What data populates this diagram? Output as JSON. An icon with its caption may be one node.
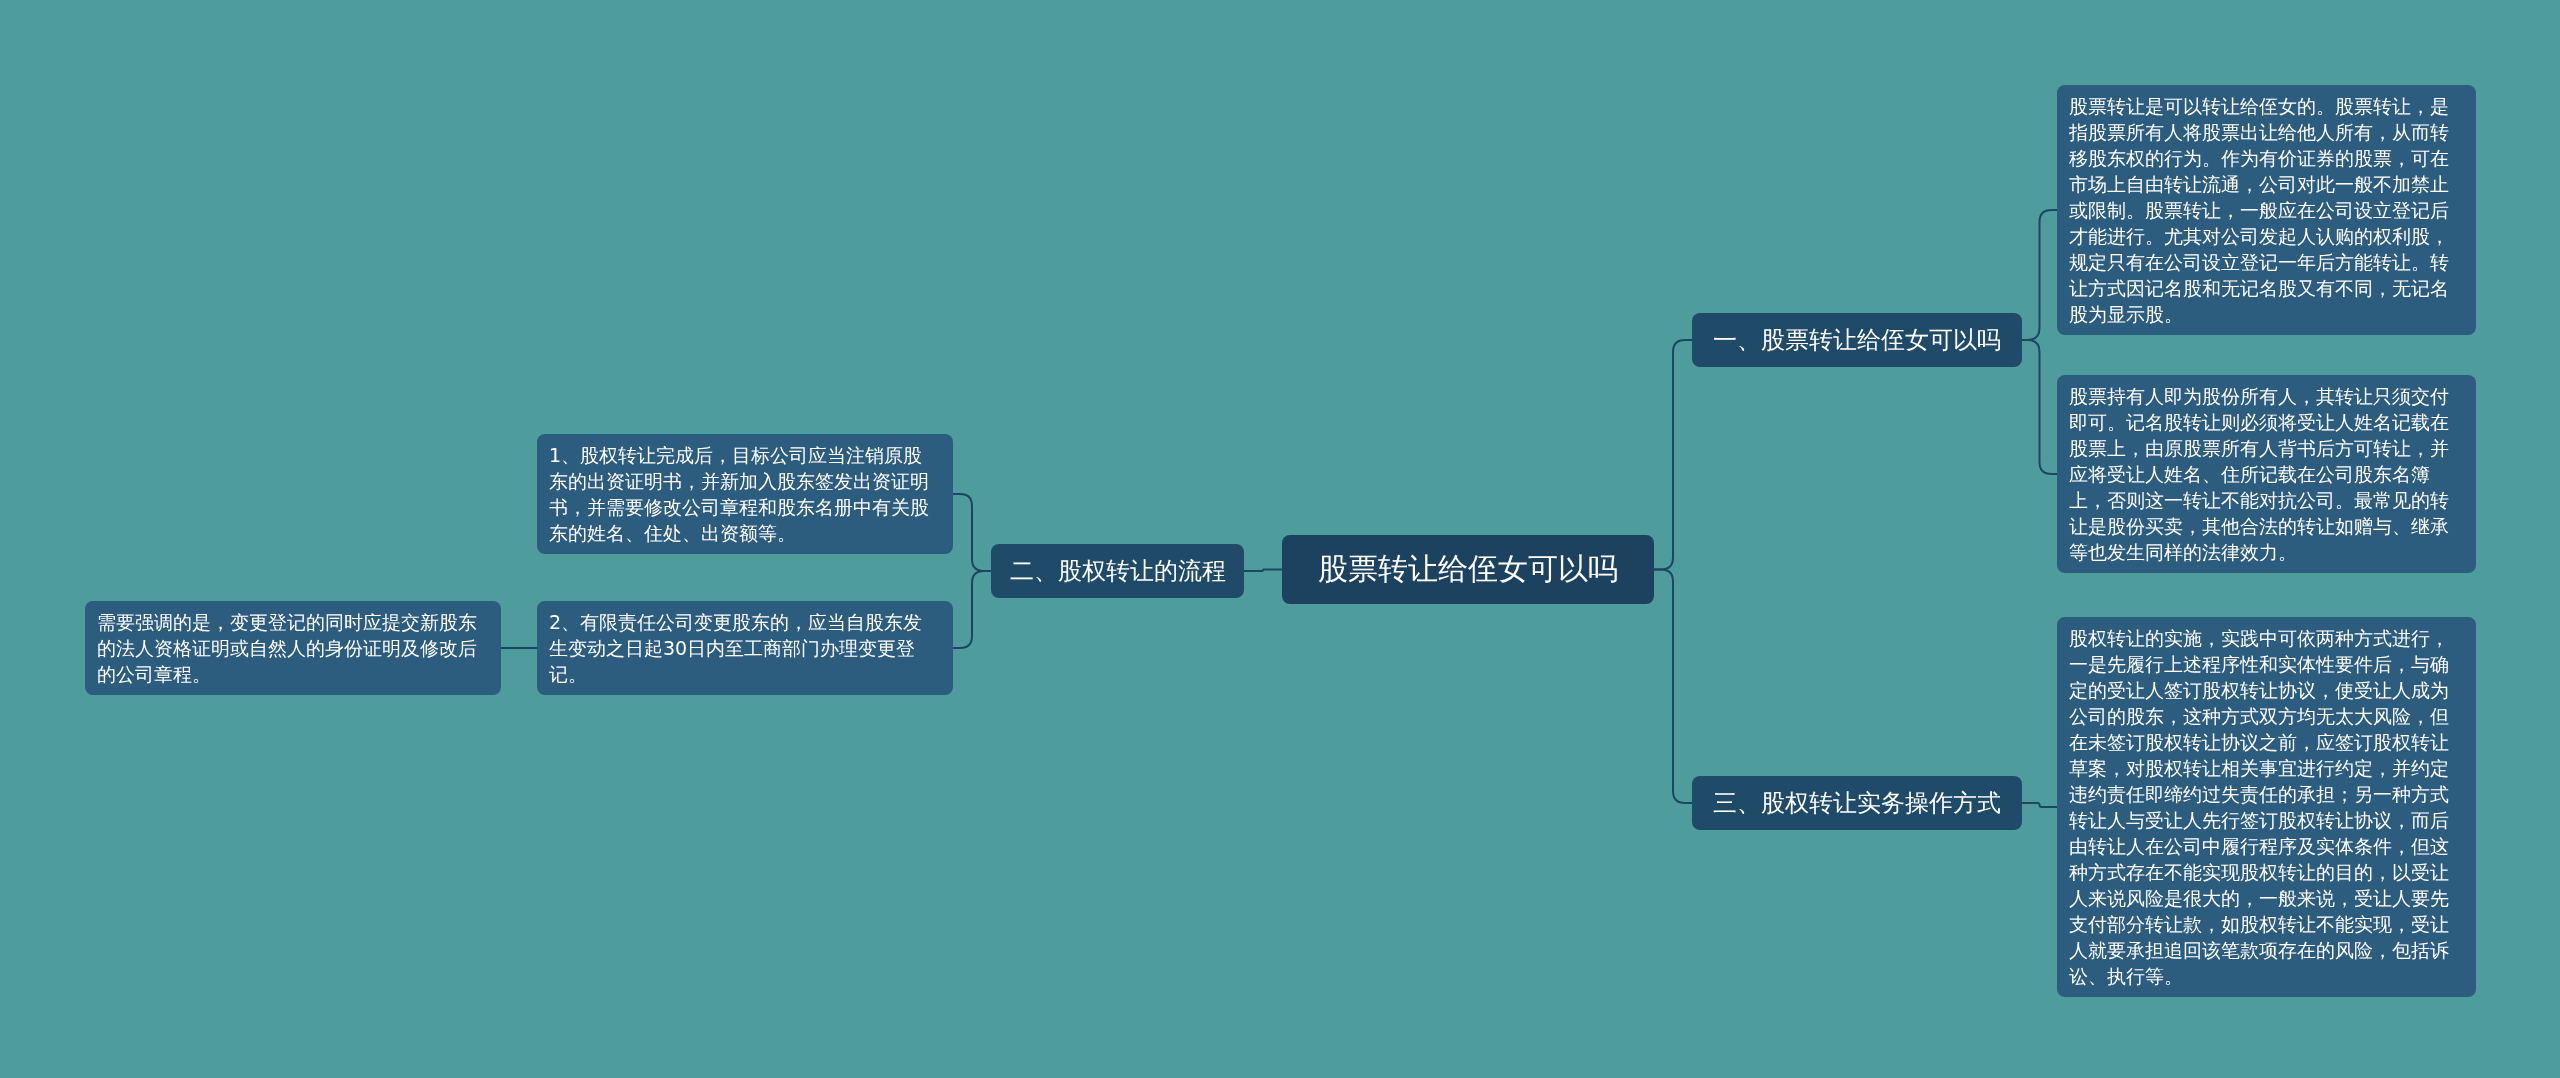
{
  "diagram": {
    "nodes": [
      {
        "text": [
          "股票转让给侄女可以吗"
        ]
      },
      {
        "text": [
          "一、股票转让给侄女可以吗"
        ]
      },
      {
        "text": [
          "股票转让是可以转让给侄女的。股票转让，是指股票所有人将股票出让给他人所有，从而转移股东权的行为。作为有价证券的股票，可在市场上自由转让流通，公司对此一般不加禁止或限制。股票转让，一般应在公司设立登记后才能进行。尤其对公司发起人认购的权利股，规定只有在公司设立登记一年后方能转让。转让方式因记名股和无记名股又有不同，无记名股为显示股。"
        ]
      },
      {
        "text": [
          "股票持有人即为股份所有人，其转让只须交付即可。记名股转让则必须将受让人姓名记载在股票上，由原股票所有人背书后方可转让，并应将受让人姓名、住所记载在公司股东名簿上，否则这一转让不能对抗公司。最常见的转让是股份买卖，其他合法的转让如赠与、继承等也发生同样的法律效力。"
        ]
      },
      {
        "text": [
          "二、股权转让的流程"
        ]
      },
      {
        "text": [
          "1、股权转让完成后，目标公司应当注销原股东的出资证明书，并新加入股东签发出资证明书，并需要修改公司章程和股东名册中有关股东的姓名、住处、出资额等。"
        ]
      },
      {
        "text": [
          "2、有限责任公司变更股东的，应当自股东发生变动之日起30日内至工商部门办理变更登记。"
        ]
      },
      {
        "text": [
          "需要强调的是，变更登记的同时应提交新股东的法人资格证明或自然人的身份证明及修改后的公司章程。"
        ]
      },
      {
        "text": [
          "三、股权转让实务操作方式"
        ]
      },
      {
        "text": [
          "股权转让的实施，实践中可依两种方式进行，一是先履行上述程序性和实体性要件后，与确定的受让人签订股权转让协议，使受让人成为公司的股东，这种方式双方均无太大风险，但在未签订股权转让协议之前，应签订股权转让草案，对股权转让相关事宜进行约定，并约定违约责任即缔约过失责任的承担；另一种方式转让人与受让人先行签订股权转让协议，而后由转让人在公司中履行程序及实体条件，但这种方式存在不能实现股权转让的目的，以受让人来说风险是很大的，一般来说，受让人要先支付部分转让款，如股权转让不能实现，受让人就要承担追回该笔款项存在的风险，包括诉讼、执行等。"
        ]
      }
    ],
    "edges": [
      {
        "from": 0,
        "to": 1,
        "arrow": "none"
      },
      {
        "from": 0,
        "to": 4,
        "arrow": "none"
      },
      {
        "from": 0,
        "to": 8,
        "arrow": "none"
      },
      {
        "from": 1,
        "to": 2,
        "arrow": "none"
      },
      {
        "from": 1,
        "to": 3,
        "arrow": "none"
      },
      {
        "from": 4,
        "to": 5,
        "arrow": "none"
      },
      {
        "from": 4,
        "to": 6,
        "arrow": "none"
      },
      {
        "from": 6,
        "to": 7,
        "arrow": "none"
      },
      {
        "from": 8,
        "to": 9,
        "arrow": "none"
      }
    ]
  }
}
